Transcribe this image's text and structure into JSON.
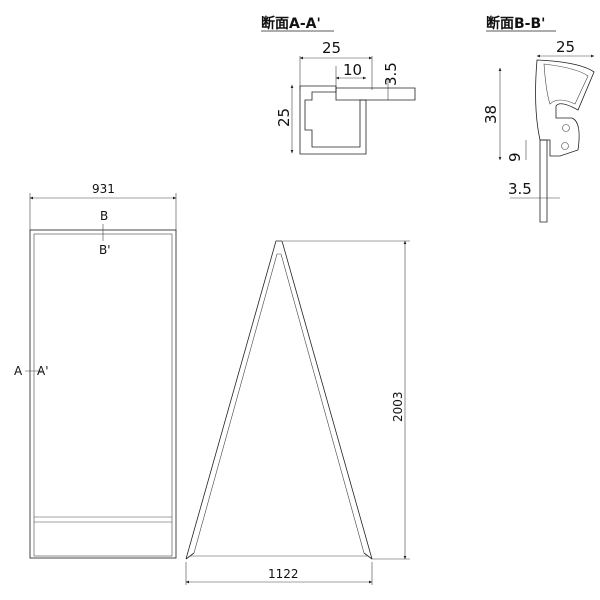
{
  "section_aa": {
    "title": "断面A-A'",
    "dims": {
      "width": "25",
      "inner": "10",
      "thickness": "3.5",
      "height": "25"
    }
  },
  "section_bb": {
    "title": "断面B-B'",
    "dims": {
      "width": "25",
      "height": "38",
      "lip": "9",
      "thickness": "3.5"
    }
  },
  "front_view": {
    "width": "931",
    "marker_b": "B",
    "marker_b2": "B'",
    "marker_a": "A",
    "marker_a2": "A'"
  },
  "side_view": {
    "height": "2003",
    "base_width": "1122"
  }
}
